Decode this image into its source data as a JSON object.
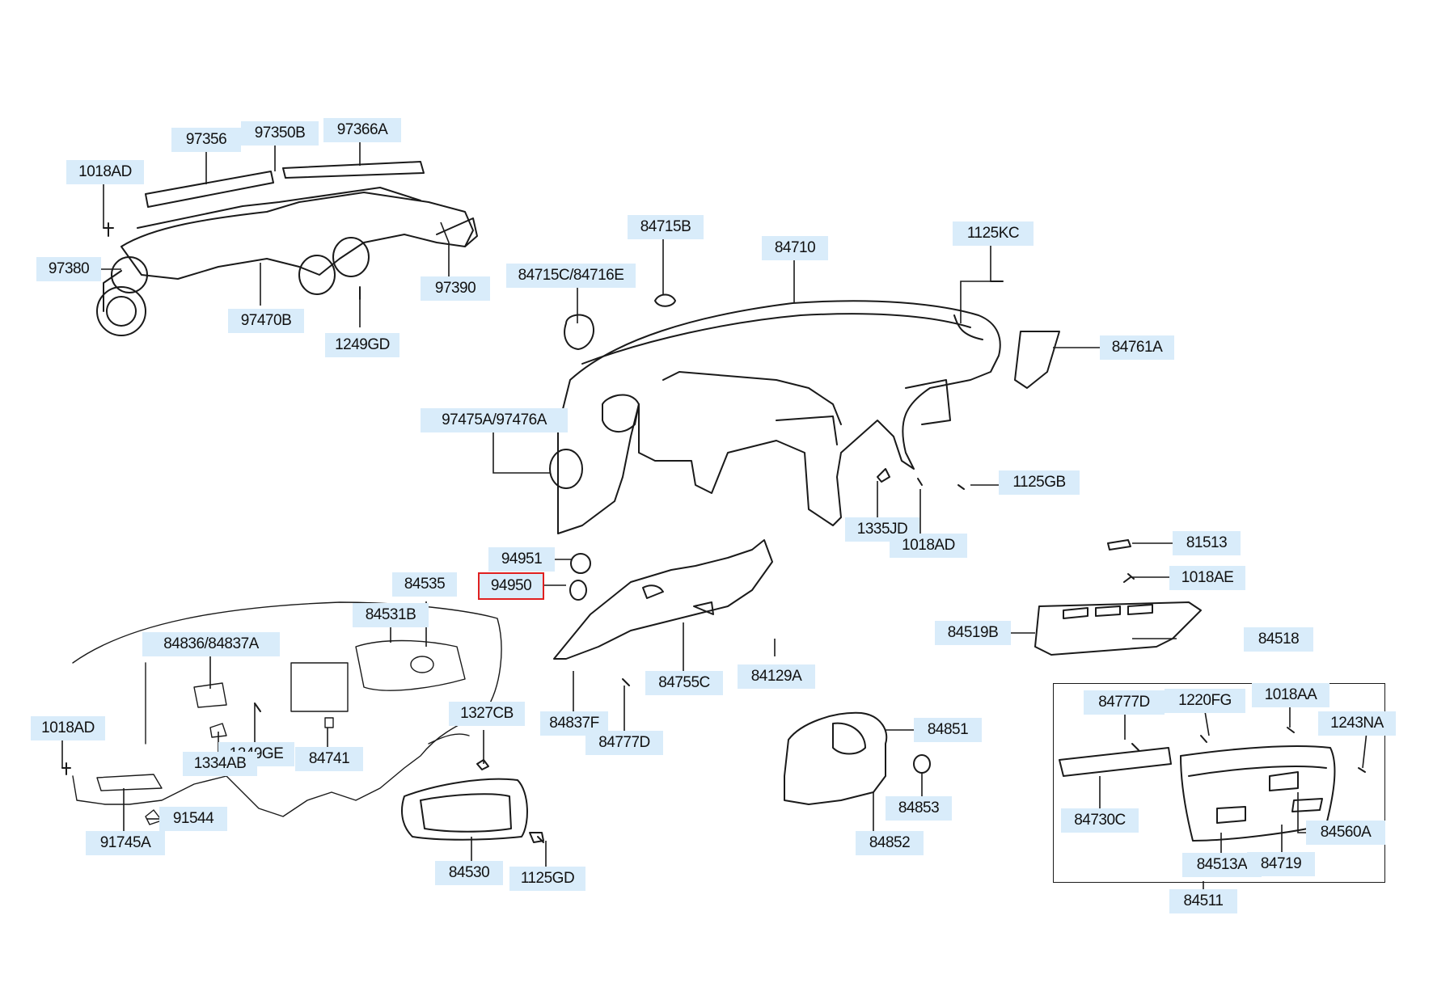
{
  "colors": {
    "label_bg": "#d9ecfa",
    "highlight_border": "#e02020",
    "line": "#1a1a1a"
  },
  "highlighted_part": "94950",
  "labels": {
    "p97356": "97356",
    "p97350B": "97350B",
    "p97366A": "97366A",
    "p1018AD_top": "1018AD",
    "p97380": "97380",
    "p97470B": "97470B",
    "p97390": "97390",
    "p1249GD": "1249GD",
    "p84715B": "84715B",
    "p84710": "84710",
    "p1125KC": "1125KC",
    "p84715C_84716E": "84715C/84716E",
    "p84761A": "84761A",
    "p97475A_97476A": "97475A/97476A",
    "p1125GB": "1125GB",
    "p1335JD": "1335JD",
    "p1018AD_mid": "1018AD",
    "p94951": "94951",
    "p94950": "94950",
    "p84535": "84535",
    "p84531B": "84531B",
    "p81513": "81513",
    "p1018AE": "1018AE",
    "p84519B": "84519B",
    "p84518": "84518",
    "p84836_84837A": "84836/84837A",
    "p84755C": "84755C",
    "p84129A": "84129A",
    "p1018AD_left": "1018AD",
    "p1327CB": "1327CB",
    "p84837F": "84837F",
    "p84777D_mid": "84777D",
    "p1249GE": "1249GE",
    "p84741": "84741",
    "p1334AB": "1334AB",
    "p84851": "84851",
    "p84853": "84853",
    "p84852": "84852",
    "p91544": "91544",
    "p91745A": "91745A",
    "p84530": "84530",
    "p1125GD": "1125GD",
    "p84777D_right": "84777D",
    "p1220FG": "1220FG",
    "p1018AA": "1018AA",
    "p1243NA": "1243NA",
    "p84730C": "84730C",
    "p84560A": "84560A",
    "p84513A": "84513A",
    "p84719": "84719",
    "p84511": "84511"
  }
}
